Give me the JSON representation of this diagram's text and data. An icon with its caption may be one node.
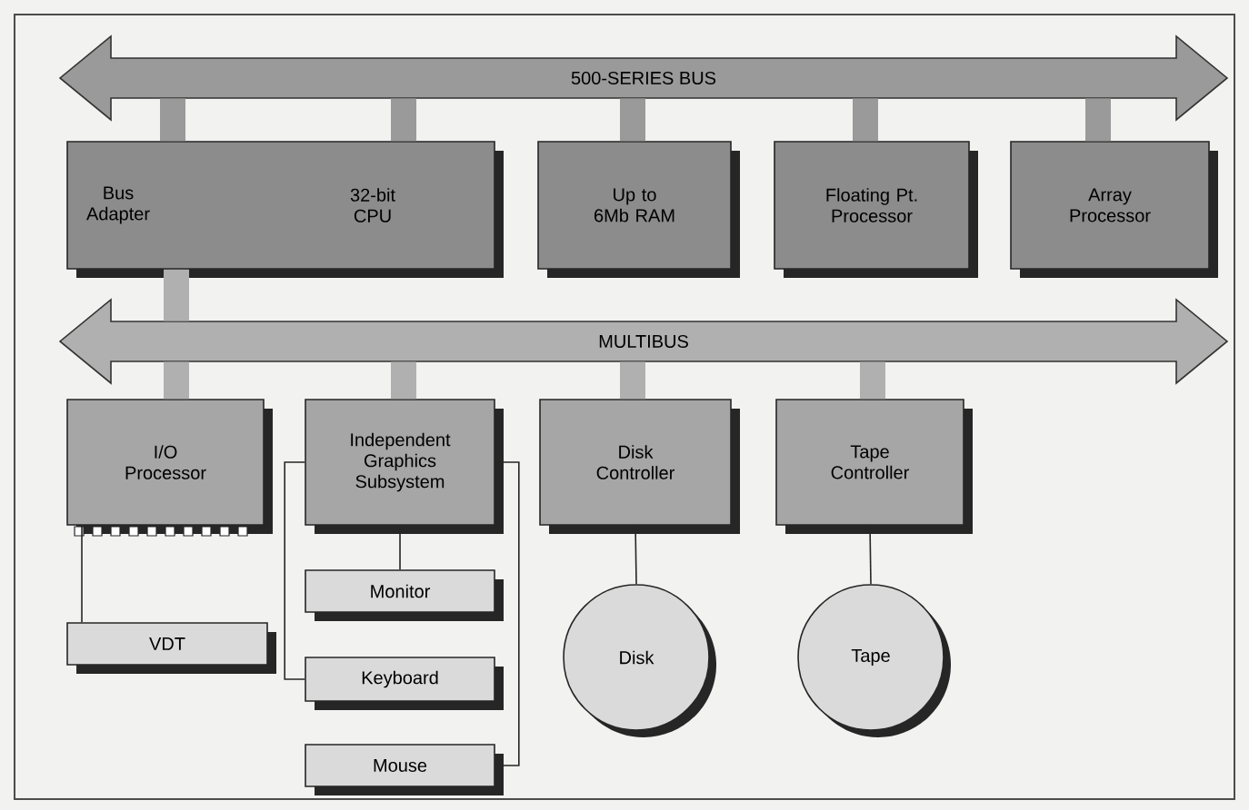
{
  "diagram": {
    "nodes": [
      {
        "text": [
          "500-SERIES BUS"
        ]
      },
      {
        "text": [
          "Bus Adapter",
          "32-bit CPU"
        ]
      },
      {
        "text": [
          "Up to 6Mb RAM"
        ]
      },
      {
        "text": [
          "Floating Pt. Processor"
        ]
      },
      {
        "text": [
          "Array Processor"
        ]
      },
      {
        "text": [
          "MULTIBUS"
        ]
      },
      {
        "text": [
          "I/O Processor"
        ]
      },
      {
        "text": [
          "Independent Graphics Subsystem"
        ]
      },
      {
        "text": [
          "Disk Controller"
        ]
      },
      {
        "text": [
          "Tape Controller"
        ]
      },
      {
        "text": [
          "Monitor"
        ]
      },
      {
        "text": [
          "VDT"
        ]
      },
      {
        "text": [
          "Keyboard"
        ]
      },
      {
        "text": [
          "Mouse"
        ]
      },
      {
        "text": [
          "Disk"
        ]
      },
      {
        "text": [
          "Tape"
        ]
      }
    ],
    "edges": [
      {
        "from": 0,
        "to": 1,
        "arrow": "none",
        "color": "#9a9a9a"
      },
      {
        "from": 0,
        "to": 1,
        "arrow": "none",
        "color": "#9a9a9a"
      },
      {
        "from": 0,
        "to": 2,
        "arrow": "none",
        "color": "#9a9a9a"
      },
      {
        "from": 0,
        "to": 3,
        "arrow": "none",
        "color": "#9a9a9a"
      },
      {
        "from": 0,
        "to": 4,
        "arrow": "none",
        "color": "#9a9a9a"
      },
      {
        "from": 1,
        "to": 5,
        "arrow": "none",
        "color": "#b0b0b0"
      },
      {
        "from": 5,
        "to": 6,
        "arrow": "none",
        "color": "#b0b0b0"
      },
      {
        "from": 5,
        "to": 7,
        "arrow": "none",
        "color": "#b0b0b0"
      },
      {
        "from": 5,
        "to": 8,
        "arrow": "none",
        "color": "#b0b0b0"
      },
      {
        "from": 5,
        "to": 9,
        "arrow": "none",
        "color": "#b0b0b0"
      },
      {
        "from": 6,
        "to": 11,
        "arrow": "none"
      },
      {
        "from": 7,
        "to": 10,
        "arrow": "none"
      },
      {
        "from": 7,
        "to": 12,
        "arrow": "none"
      },
      {
        "from": 7,
        "to": 13,
        "arrow": "none"
      },
      {
        "from": 8,
        "to": 14,
        "arrow": "none"
      },
      {
        "from": 9,
        "to": 15,
        "arrow": "none"
      }
    ]
  }
}
